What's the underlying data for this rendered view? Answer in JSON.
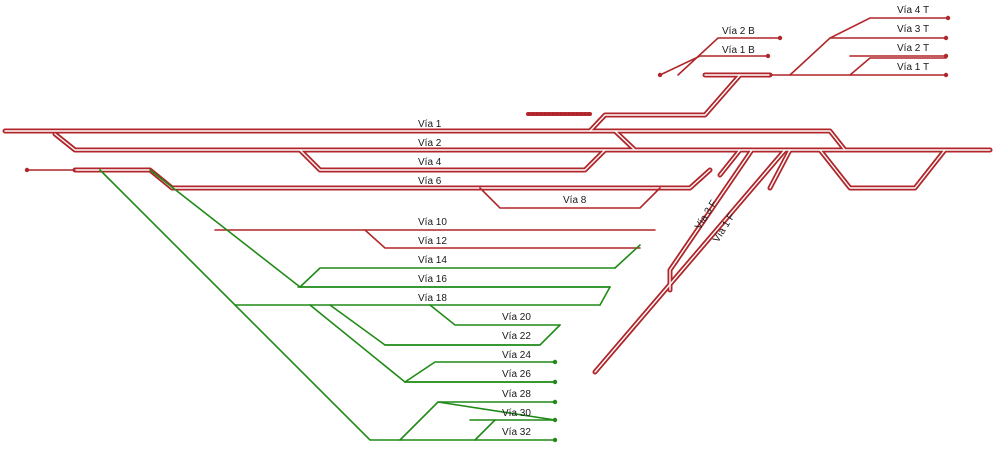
{
  "colors": {
    "main_track": "#b0262a",
    "main_track_inner": "#ffffff",
    "yard_track": "#1f8a16",
    "label": "#1a1a1a"
  },
  "labels": {
    "via_4t": "Vía 4 T",
    "via_3t": "Vía 3 T",
    "via_2t": "Vía 2 T",
    "via_1t": "Vía 1 T",
    "via_2b": "Vía 2 B",
    "via_1b": "Vía 1 B",
    "via_1": "Vía 1",
    "via_2": "Vía 2",
    "via_4": "Vía 4",
    "via_6": "Vía 6",
    "via_8": "Vía 8",
    "via_10": "Vía 10",
    "via_12": "Vía 12",
    "via_14": "Vía 14",
    "via_16": "Vía 16",
    "via_18": "Vía 18",
    "via_20": "Vía 20",
    "via_22": "Vía 22",
    "via_24": "Vía 24",
    "via_26": "Vía 26",
    "via_28": "Vía 28",
    "via_30": "Vía 30",
    "via_32": "Vía 32",
    "via_3f": "Vía 3 F",
    "via_1f": "Vía 1 F"
  }
}
